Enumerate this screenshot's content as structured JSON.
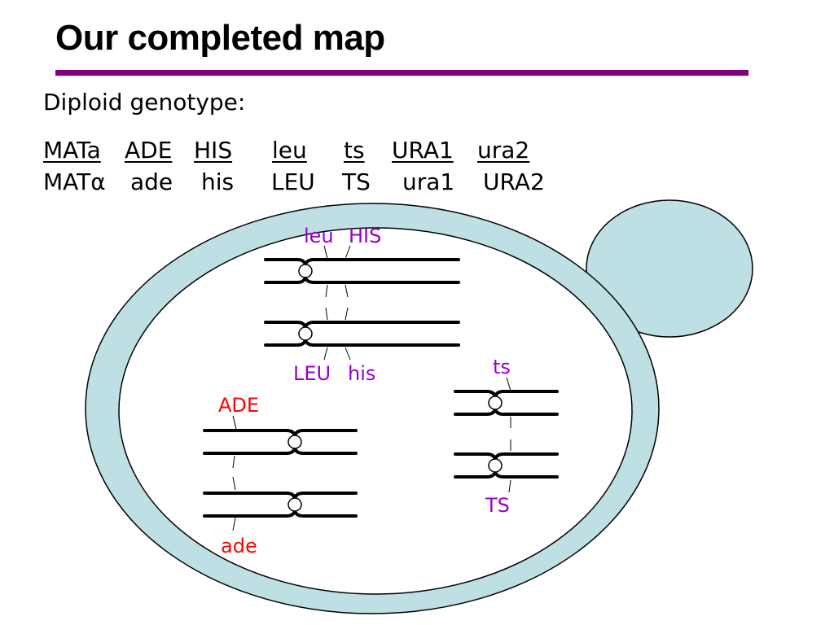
{
  "title": "Our completed map",
  "subtitle": "Diploid genotype:",
  "genotype": {
    "top": [
      "MATa",
      "ADE",
      "HIS",
      "leu",
      "ts",
      "URA1",
      "ura2"
    ],
    "bottom": [
      "MATα",
      "ade",
      "his",
      "LEU",
      "TS",
      "ura1",
      "URA2"
    ]
  },
  "cell_labels": {
    "leu_top": "leu",
    "his_top": "HIS",
    "leu_bottom": "LEU",
    "his_bottom": "his",
    "ade_top": "ADE",
    "ade_bottom": "ade",
    "ts_top": "ts",
    "ts_bottom": "TS"
  },
  "colors": {
    "accent_rule": "#800080",
    "cell_fill": "#BEDFE3",
    "purple_labels": "#9900CC",
    "red_labels": "#FF0000"
  }
}
